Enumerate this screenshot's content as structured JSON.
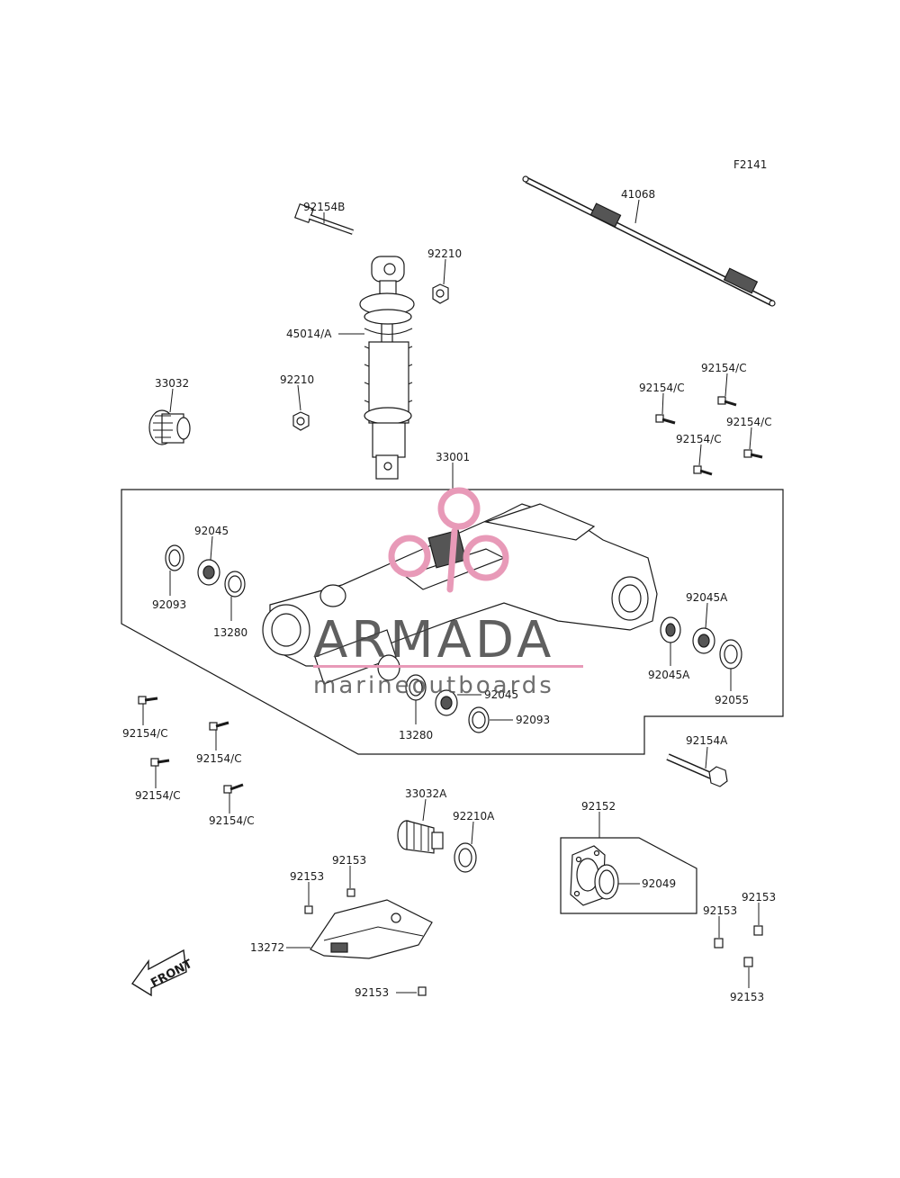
{
  "diagram": {
    "ref_code": "F2141",
    "front_label": "FRONT"
  },
  "watermark": {
    "brand": "ARMADA",
    "tagline": "marineoutboards",
    "accent_color": "#e89ab8"
  },
  "labels": {
    "p41068": "41068",
    "p92154B": "92154B",
    "p92210_top": "92210",
    "p45014A": "45014/A",
    "p33032": "33032",
    "p92210_mid": "92210",
    "p92154C_r1": "92154/C",
    "p92154C_r2": "92154/C",
    "p92154C_r3": "92154/C",
    "p92154C_r4": "92154/C",
    "p33001": "33001",
    "p92045_l": "92045",
    "p92093_l": "92093",
    "p13280_l": "13280",
    "p92045A_t": "92045A",
    "p92045A_b": "92045A",
    "p92055": "92055",
    "p92045_c": "92045",
    "p92093_c": "92093",
    "p13280_c": "13280",
    "p92154C_l1": "92154/C",
    "p92154C_l2": "92154/C",
    "p92154C_l3": "92154/C",
    "p92154C_l4": "92154/C",
    "p92154A": "92154A",
    "p33032A": "33032A",
    "p92210A": "92210A",
    "p92152": "92152",
    "p92049": "92049",
    "p92153_a": "92153",
    "p92153_b": "92153",
    "p13272": "13272",
    "p92153_c": "92153",
    "p92153_d": "92153",
    "p92153_e": "92153",
    "p92153_f": "92153"
  }
}
